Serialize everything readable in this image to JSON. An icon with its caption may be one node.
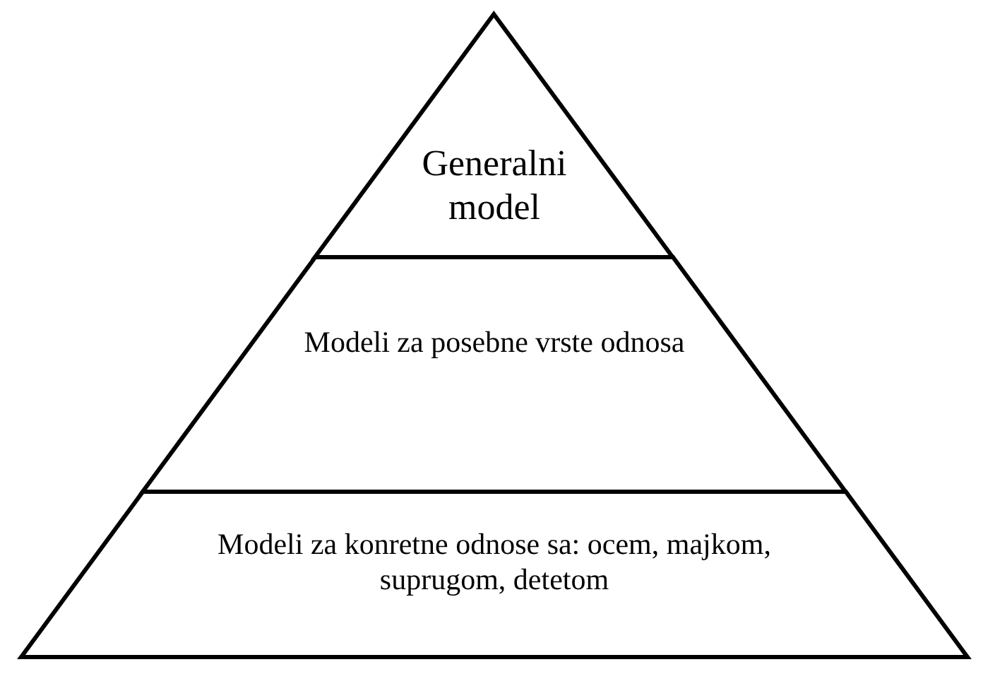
{
  "diagram": {
    "nodes": [
      {
        "text": [
          "Generalni model"
        ]
      },
      {
        "text": [
          "Modeli za posebne vrste odnosa"
        ]
      },
      {
        "text": [
          "Modeli za konretne odnose sa: ocem, majkom, suprugom, detetom"
        ]
      }
    ]
  }
}
